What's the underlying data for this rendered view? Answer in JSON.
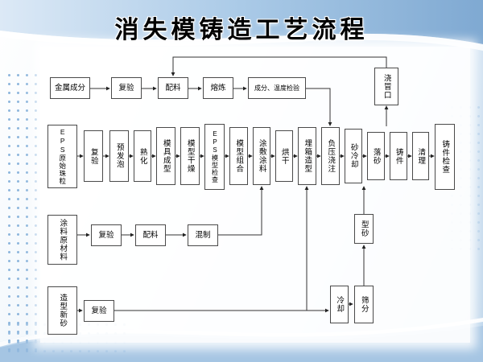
{
  "title": "消失模铸造工艺流程",
  "flow": {
    "metal": [
      "金属成分",
      "复验",
      "配料",
      "熔炼",
      "成分、温度检验"
    ],
    "riser": "浇冒口",
    "main": [
      "EPS原始珠粒",
      "复验",
      "预发泡",
      "熟化",
      "模具成型",
      "模型干燥",
      "EPS模型检查",
      "模型组合",
      "涂敷涂料",
      "烘干",
      "埋箱造型",
      "负压浇注",
      "砂冷却",
      "落砂",
      "铸件",
      "清理",
      "铸件检查"
    ],
    "coating": [
      "涂料原材料",
      "复验",
      "配料",
      "混制"
    ],
    "sand_new": [
      "造型新砂",
      "复验"
    ],
    "sand_recycle": {
      "cooling": "冷却",
      "screening": "筛分",
      "molding_sand": "型砂"
    }
  }
}
